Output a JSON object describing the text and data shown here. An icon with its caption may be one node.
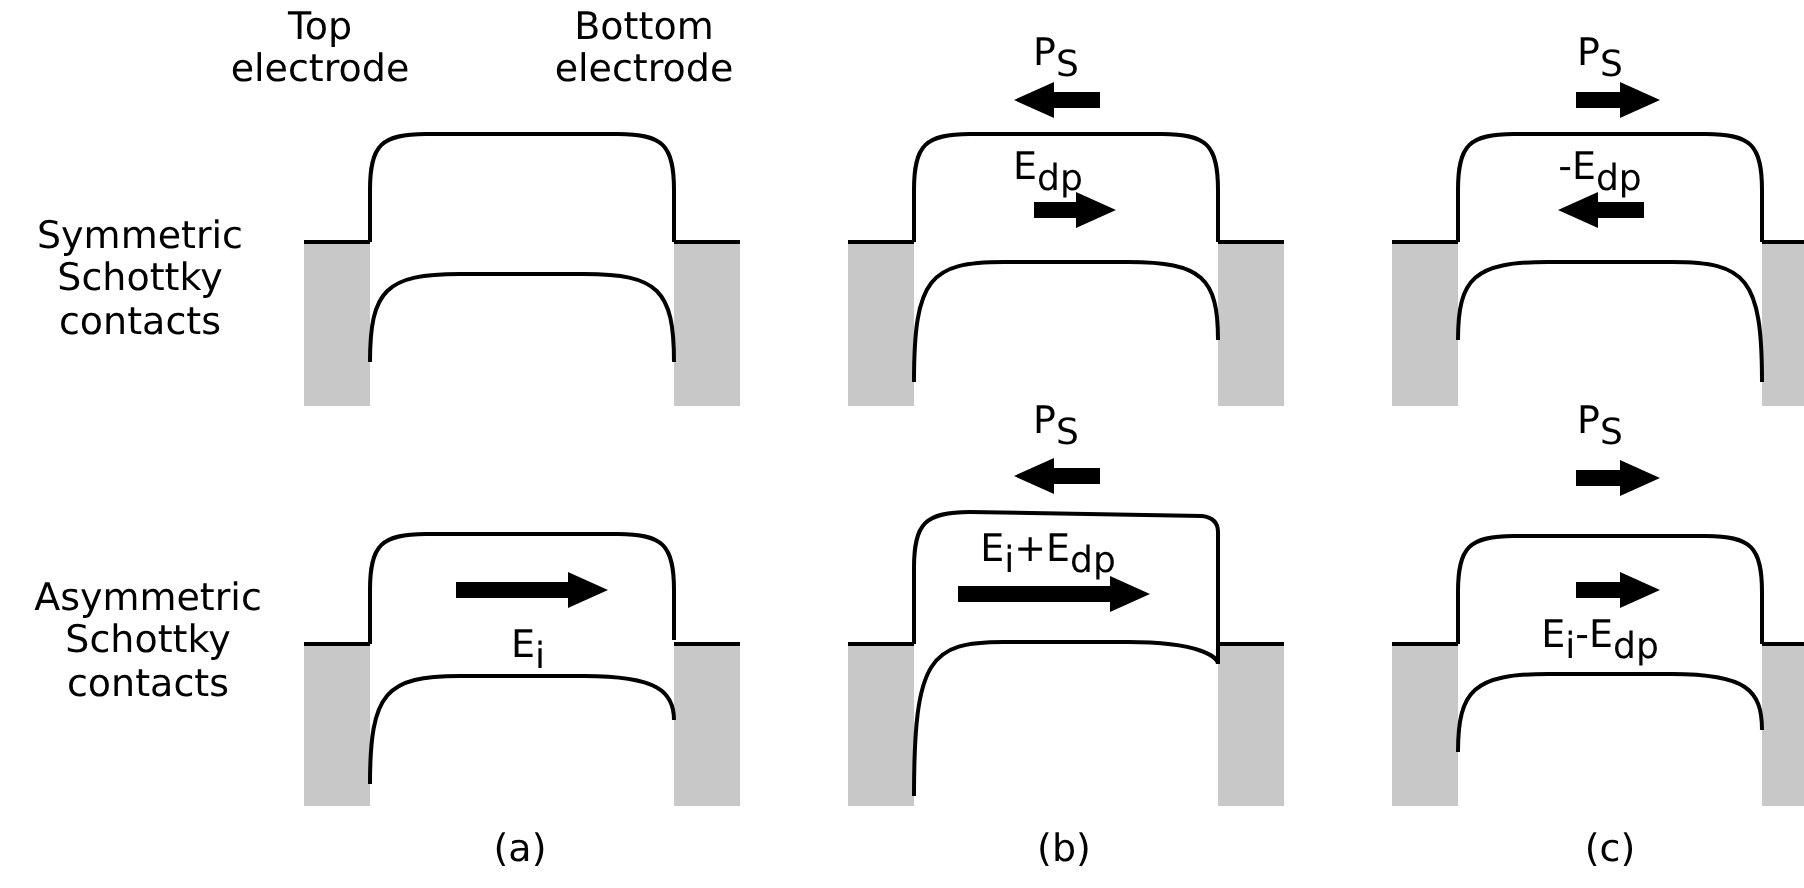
{
  "diagram": {
    "labels": [
      "Top electrode",
      "Bottom electrode",
      "Symmetric Schottky contacts",
      "P$_{S}$",
      "E$_{dp}$",
      "P$_{S}$",
      "-E$_{dp}$",
      "Asymmetric Schottky contacts",
      "E$_{i}$",
      "P$_{S}$",
      "E$_{i}$+E$_{dp}$",
      "P$_{S}$",
      "E$_{i}$-E$_{dp}$",
      "(a)",
      "(b)",
      "(c)"
    ]
  }
}
